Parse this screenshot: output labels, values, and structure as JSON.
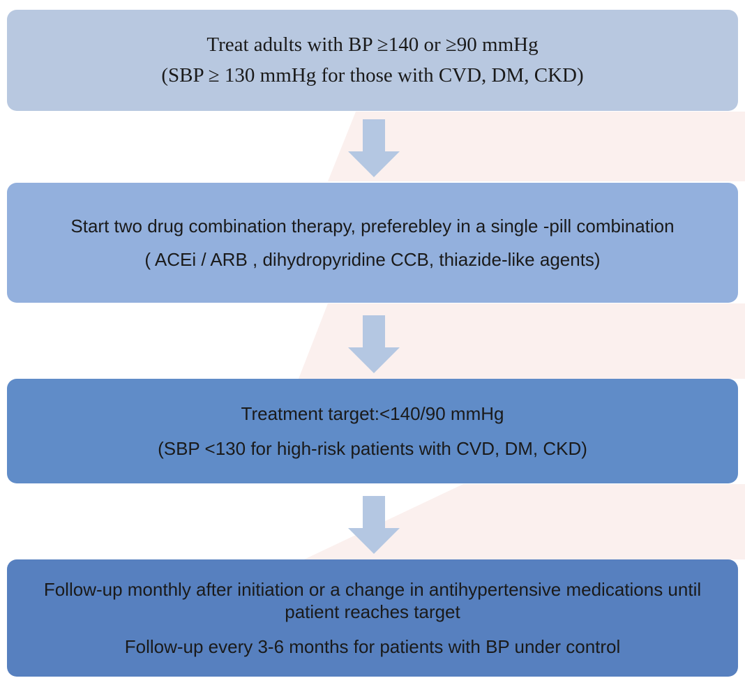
{
  "document": {
    "title": "Hypertension Treatment Flowchart",
    "type": "flowchart",
    "orientation": "vertical-top-down",
    "step_count": 4
  },
  "palette": {
    "page_background": "#ffffff",
    "accent_panel": "#fbf0ee",
    "box_1": "#b8c8e0",
    "box_2": "#93b0dd",
    "box_3": "#608cc8",
    "box_4": "#5780bf",
    "arrow": "#b4c7e2",
    "text": "#1a1a1a"
  },
  "steps": [
    {
      "id": "step-1-threshold",
      "name": "treatment-threshold",
      "line_a": "Treat adults with BP ≥140 or ≥90 mmHg",
      "line_b": "(SBP ≥ 130 mmHg for those with CVD, DM, CKD)"
    },
    {
      "id": "step-2-initiation",
      "name": "drug-initiation",
      "line_a": "Start two drug combination therapy, preferebley in a single -pill combination",
      "line_b": "( ACEi / ARB , dihydropyridine CCB, thiazide-like agents)"
    },
    {
      "id": "step-3-target",
      "name": "treatment-target",
      "line_a": "Treatment target:<140/90 mmHg",
      "line_b": "(SBP <130 for high-risk patients with CVD, DM, CKD)"
    },
    {
      "id": "step-4-followup",
      "name": "follow-up-schedule",
      "line_a": "Follow-up monthly after initiation or a change in antihypertensive medications until patient reaches target",
      "line_b": "Follow-up every 3-6 months for patients with BP under control"
    }
  ],
  "connectors": [
    {
      "id": "arrow-1",
      "name": "down-arrow-icon",
      "from": "step-1-threshold",
      "to": "step-2-initiation",
      "direction": "down"
    },
    {
      "id": "arrow-2",
      "name": "down-arrow-icon",
      "from": "step-2-initiation",
      "to": "step-3-target",
      "direction": "down"
    },
    {
      "id": "arrow-3",
      "name": "down-arrow-icon",
      "from": "step-3-target",
      "to": "step-4-followup",
      "direction": "down"
    }
  ]
}
